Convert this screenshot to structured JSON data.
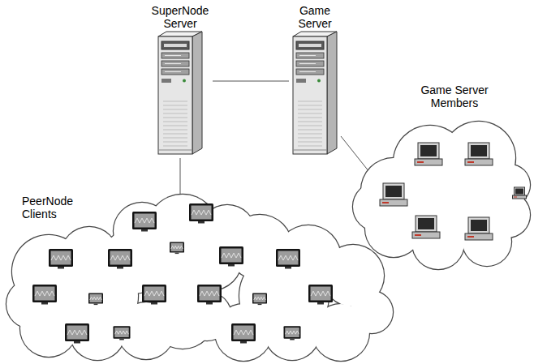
{
  "diagram": {
    "nodes": [
      {
        "text": [
          "SuperNode Server"
        ]
      },
      {
        "text": [
          "Game Server"
        ]
      },
      {
        "text": [
          "Game Server Members"
        ]
      },
      {
        "text": [
          "PeerNode Clients"
        ]
      }
    ],
    "edges": [
      {
        "from": 0,
        "to": 1,
        "arrow": "none"
      },
      {
        "from": 1,
        "to": 2,
        "arrow": "none"
      },
      {
        "from": 0,
        "to": 3,
        "arrow": "none"
      }
    ]
  }
}
